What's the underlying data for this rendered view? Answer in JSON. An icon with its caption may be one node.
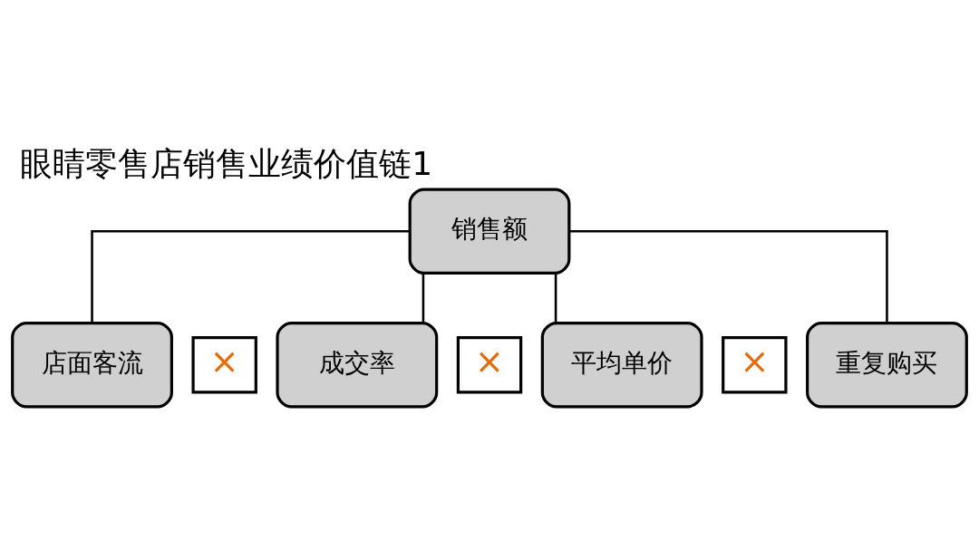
{
  "diagram": {
    "title": "眼睛零售店销售业绩价值链1",
    "nodes": [
      {
        "text": [
          "销售额"
        ]
      },
      {
        "text": [
          "店面客流"
        ]
      },
      {
        "text": [
          "成交率"
        ]
      },
      {
        "text": [
          "平均单价"
        ]
      },
      {
        "text": [
          "重复购买"
        ]
      }
    ],
    "edges": [
      {
        "from": 0,
        "to": 1,
        "arrow": "none"
      },
      {
        "from": 0,
        "to": 2,
        "arrow": "none"
      },
      {
        "from": 0,
        "to": 3,
        "arrow": "none"
      },
      {
        "from": 0,
        "to": 4,
        "arrow": "none"
      }
    ],
    "labels": [
      "×",
      "×",
      "×"
    ]
  }
}
